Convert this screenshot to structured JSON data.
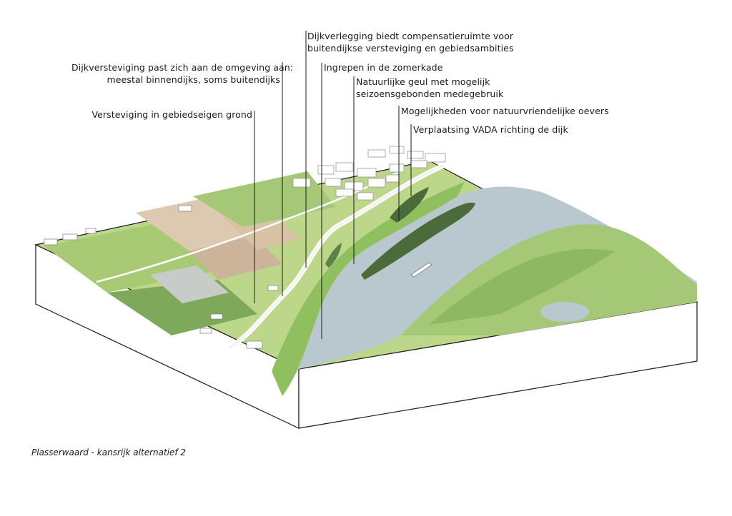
{
  "annotations": [
    {
      "id": "dijkverlegging",
      "lines": [
        "Dijkverlegging biedt compensatieruimte voor",
        "buitendijkse versteviging en gebiedsambities"
      ]
    },
    {
      "id": "dijkversteviging",
      "lines": [
        "Dijkversteviging past zich aan de omgeving aan:",
        "meestal binnendijks, soms buitendijks"
      ]
    },
    {
      "id": "zomerkade",
      "lines": [
        "Ingrepen in de zomerkade"
      ]
    },
    {
      "id": "geul",
      "lines": [
        "Natuurlijke geul met mogelijk",
        "seizoensgebonden medegebruik"
      ]
    },
    {
      "id": "gebiedseigen",
      "lines": [
        "Versteviging in gebiedseigen grond"
      ]
    },
    {
      "id": "oevers",
      "lines": [
        "Mogelijkheden voor natuurvriendelijke oevers"
      ]
    },
    {
      "id": "vada",
      "lines": [
        "Verplaatsing VADA richting de dijk"
      ]
    }
  ],
  "caption": "Plasserwaard - kansrijk alternatief 2",
  "colors": {
    "water": "#b9c8cf",
    "grass_light": "#bcd78a",
    "grass_mid": "#9dc46d",
    "grass_dark": "#6f9a4e",
    "tree_dark": "#4b6b3a",
    "field_tan": "#dcc9b0",
    "field_brown": "#cbb49a",
    "block_side": "#ffffff",
    "outline": "#1a1a1a"
  }
}
